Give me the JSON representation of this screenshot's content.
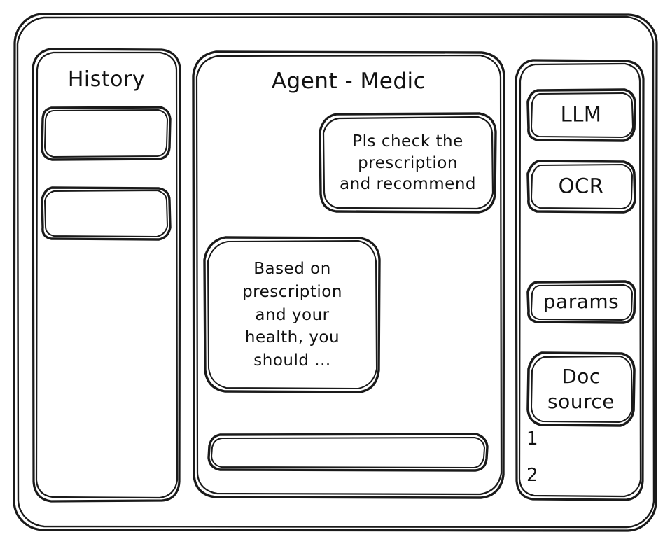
{
  "window": {
    "title": "",
    "stroke_color": "#1a1a1a",
    "background_color": "#ffffff"
  },
  "sidebar": {
    "title": "History",
    "items": [
      {
        "label": ""
      },
      {
        "label": ""
      }
    ]
  },
  "main": {
    "title": "Agent - Medic",
    "messages": [
      {
        "role": "user",
        "text": "Pls check the\nprescription\nand recommend"
      },
      {
        "role": "assistant",
        "text": "Based on\nprescription\nand your\nhealth, you\nshould ..."
      }
    ],
    "composer": {
      "value": "",
      "placeholder": ""
    }
  },
  "tools": {
    "items": [
      {
        "label": "LLM"
      },
      {
        "label": "OCR"
      },
      {
        "label": "params"
      },
      {
        "label": "Doc\nsource"
      }
    ],
    "doc_sources": [
      "1",
      "2"
    ]
  }
}
